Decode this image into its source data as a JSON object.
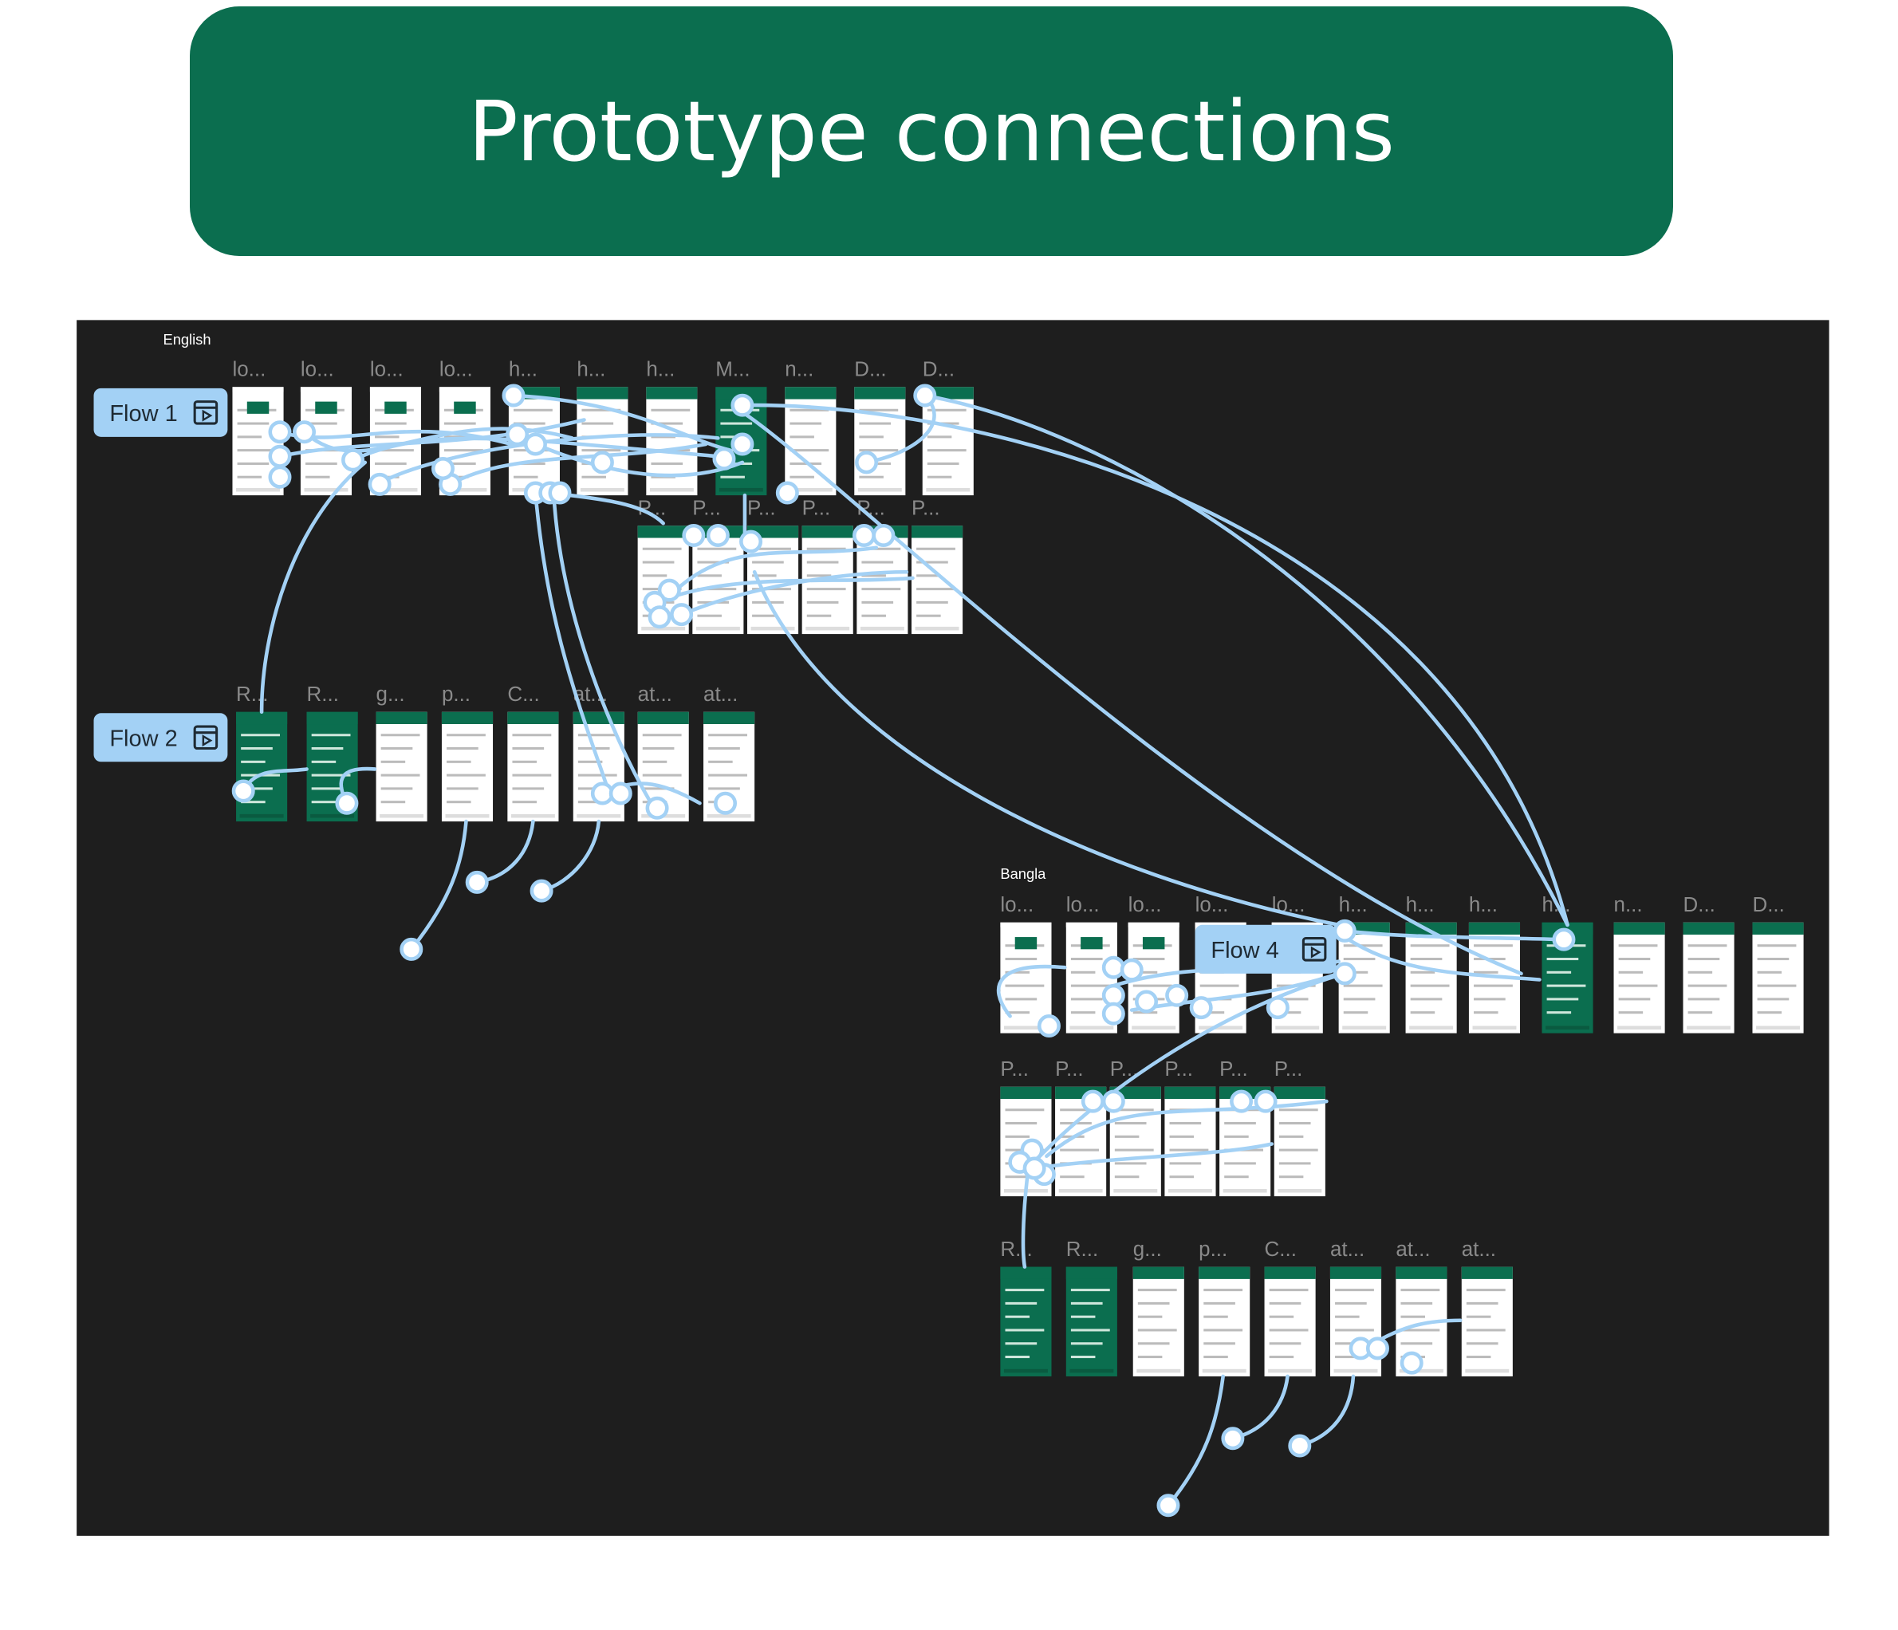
{
  "header": {
    "title": "Prototype connections"
  },
  "colors": {
    "brand": "#0b6e4f",
    "canvas": "#1e1e1e",
    "connector": "#a3d1f5",
    "flow_badge": "#a3d1f5"
  },
  "sections": {
    "english": "English",
    "bangla": "Bangla"
  },
  "flows": [
    {
      "label": "Flow 1",
      "icon": "play-frame-icon"
    },
    {
      "label": "Flow 2",
      "icon": "play-frame-icon"
    },
    {
      "label": "Flow 4",
      "icon": "play-frame-icon"
    }
  ],
  "rows": [
    {
      "id": "en-main",
      "frames": [
        "lo...",
        "lo...",
        "lo...",
        "lo...",
        "h...",
        "h...",
        "h...",
        "M...",
        "n...",
        "D...",
        "D..."
      ]
    },
    {
      "id": "en-p",
      "frames": [
        "P...",
        "P...",
        "P...",
        "P...",
        "P...",
        "P..."
      ]
    },
    {
      "id": "en-flow2",
      "frames": [
        "R...",
        "R...",
        "g...",
        "p...",
        "C...",
        "at...",
        "at...",
        "at..."
      ]
    },
    {
      "id": "bn-main",
      "frames": [
        "lo...",
        "lo...",
        "lo...",
        "lo...",
        "lo...",
        "h...",
        "h...",
        "h...",
        "h...",
        "n...",
        "D...",
        "D..."
      ]
    },
    {
      "id": "bn-p",
      "frames": [
        "P...",
        "P...",
        "P...",
        "P...",
        "P...",
        "P..."
      ]
    },
    {
      "id": "bn-flow",
      "frames": [
        "R...",
        "R...",
        "g...",
        "p...",
        "C...",
        "at...",
        "at...",
        "at..."
      ]
    }
  ]
}
